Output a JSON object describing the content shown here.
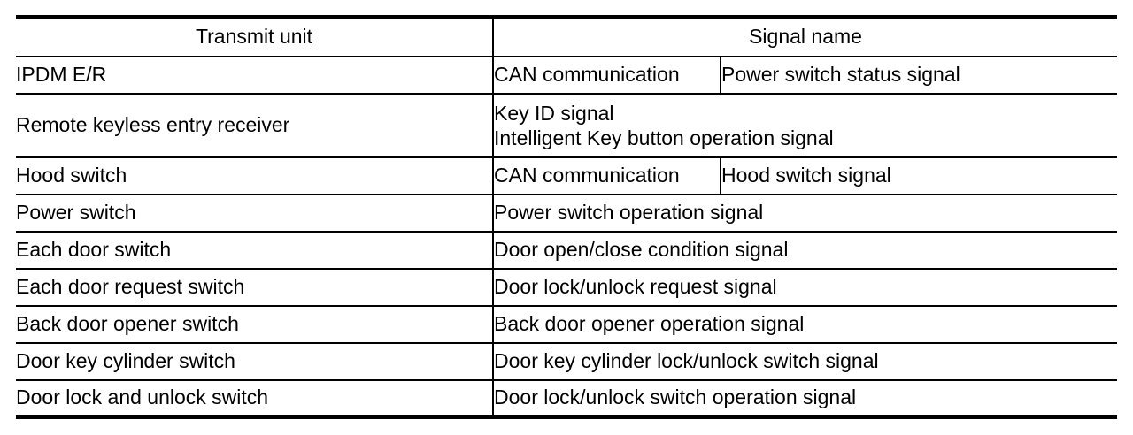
{
  "colors": {
    "background": "#ffffff",
    "border": "#000000",
    "text": "#000000"
  },
  "table": {
    "headers": {
      "transmit_unit": "Transmit unit",
      "signal_name": "Signal name"
    },
    "rows": [
      {
        "unit": "IPDM E/R",
        "method": "CAN communication",
        "signal": "Power switch status signal"
      },
      {
        "unit": "Remote keyless entry receiver",
        "signal_lines": [
          "Key ID signal",
          "Intelligent Key button operation signal"
        ]
      },
      {
        "unit": "Hood switch",
        "method": "CAN communication",
        "signal": "Hood switch signal"
      },
      {
        "unit": "Power switch",
        "signal": "Power switch operation signal"
      },
      {
        "unit": "Each door switch",
        "signal": "Door open/close condition signal"
      },
      {
        "unit": "Each door request switch",
        "signal": "Door lock/unlock request signal"
      },
      {
        "unit": "Back door opener switch",
        "signal": "Back door opener operation signal"
      },
      {
        "unit": "Door key cylinder switch",
        "signal": "Door key cylinder lock/unlock switch signal"
      },
      {
        "unit": "Door lock and unlock switch",
        "signal": "Door lock/unlock switch operation signal"
      }
    ]
  }
}
